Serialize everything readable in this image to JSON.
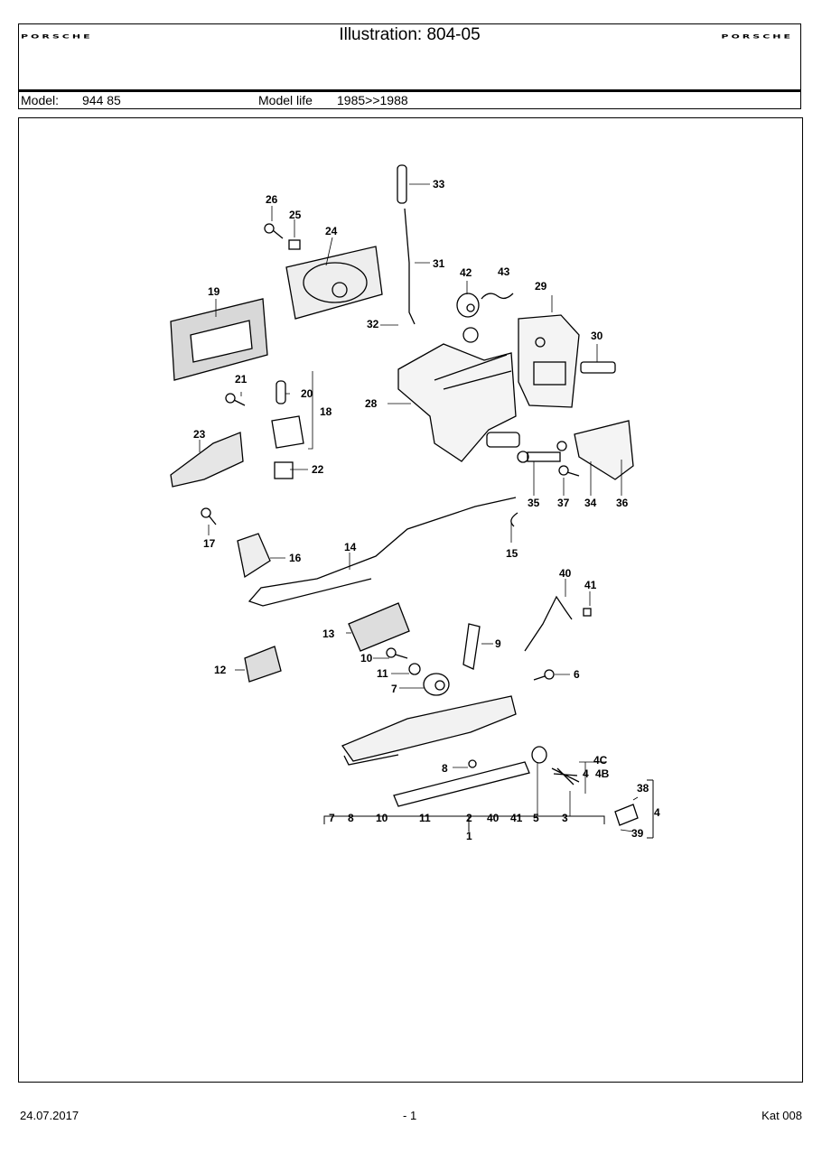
{
  "header": {
    "brand_left": "PORSCHE",
    "brand_right": "PORSCHE",
    "title": "Illustration: 804-05",
    "model_label": "Model:",
    "model_value": "944 85",
    "life_label": "Model life",
    "life_value": "1985>>1988"
  },
  "diagram": {
    "part_numbers": [
      "33",
      "26",
      "25",
      "24",
      "31",
      "42",
      "43",
      "29",
      "19",
      "32",
      "30",
      "28",
      "21",
      "20",
      "18",
      "23",
      "22",
      "35",
      "37",
      "34",
      "36",
      "17",
      "16",
      "14",
      "15",
      "40",
      "41",
      "13",
      "9",
      "10",
      "11",
      "12",
      "7",
      "6",
      "8",
      "4C",
      "4",
      "4B",
      "38",
      "39",
      "1"
    ],
    "bottom_legend": [
      "7",
      "8",
      "10",
      "11",
      "2",
      "40",
      "41",
      "5",
      "3"
    ],
    "legend_total": "1"
  },
  "footer": {
    "date": "24.07.2017",
    "page": "- 1",
    "catalog": "Kat 008"
  }
}
